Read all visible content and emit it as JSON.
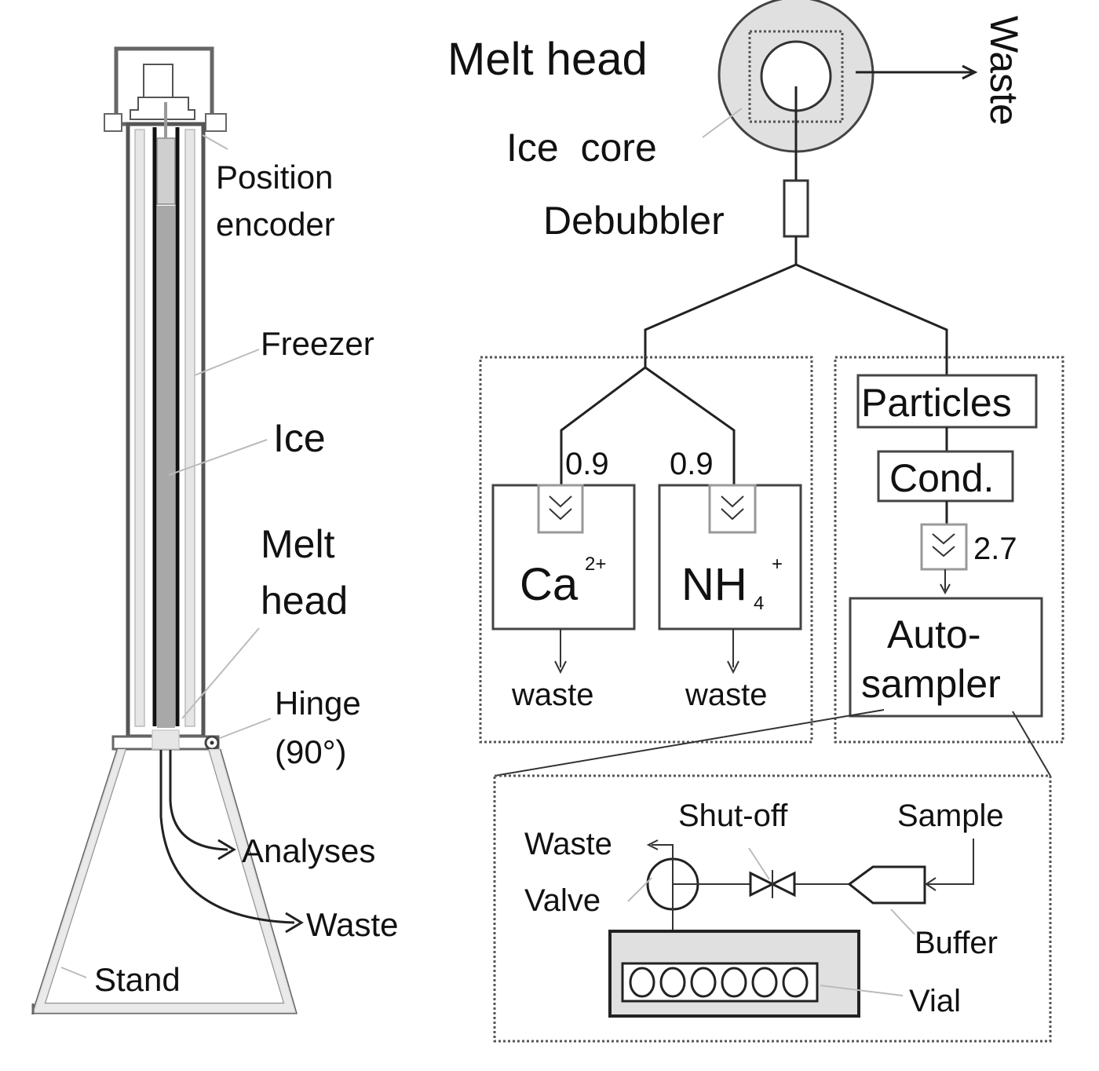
{
  "figure": {
    "type": "CFA melting system schematic",
    "left_panel": {
      "labels": {
        "position_encoder_line1": "Position",
        "position_encoder_line2": "encoder",
        "freezer": "Freezer",
        "ice": "Ice",
        "melt_head_line1": "Melt",
        "melt_head_line2": "head",
        "hinge_line1": "Hinge",
        "hinge_line2": "(90°)",
        "analyses": "Analyses",
        "waste": "Waste",
        "stand": "Stand"
      }
    },
    "top_right": {
      "melt_head": "Melt head",
      "ice_core": "Ice  core",
      "waste": "Waste",
      "debubbler": "Debubbler"
    },
    "ion_module": {
      "channels": [
        {
          "name": "Ca",
          "superscript": "2+",
          "subscript": "",
          "flow_rate": "0.9",
          "outlet": "waste"
        },
        {
          "name": "NH",
          "superscript": "+",
          "subscript": "4",
          "flow_rate": "0.9",
          "outlet": "waste"
        }
      ]
    },
    "sampler_module": {
      "particles": "Particles",
      "cond": "Cond.",
      "flow_rate": "2.7",
      "autosampler_line1": "Auto-",
      "autosampler_line2": "sampler"
    },
    "autosampler_detail": {
      "waste": "Waste",
      "valve": "Valve",
      "shut_off": "Shut-off",
      "sample": "Sample",
      "buffer": "Buffer",
      "vial": "Vial",
      "vial_count": 6
    },
    "colors": {
      "line": "#222222",
      "fill_grey": "#e0e0e0",
      "core_grey": "#a8a8a8",
      "leader": "#bbbbbb"
    }
  }
}
